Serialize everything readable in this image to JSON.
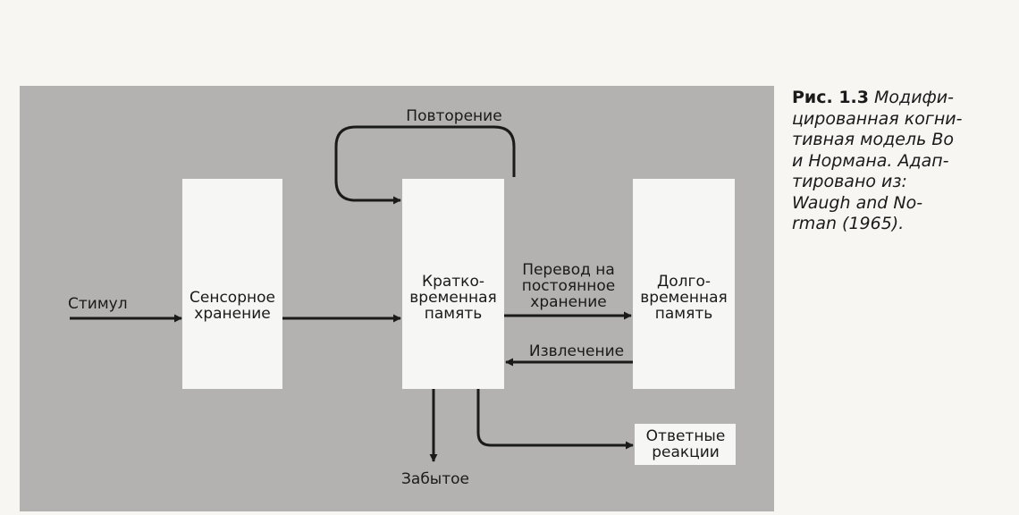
{
  "figure": {
    "label": "Рис. 1.3",
    "caption_lines": [
      " Модифи-",
      "цированная когни-",
      "тивная модель Во",
      "и Нормана. Адап-",
      "тировано из:",
      "Waugh and No-",
      "rman (1965)."
    ]
  },
  "diagram": {
    "stimulus": "Стимул",
    "sensory_storage": "Сенсорное\nхранение",
    "short_term_memory": "Кратко-\nвременная\nпамять",
    "long_term_memory": "Долго-\nвременная\nпамять",
    "rehearsal": "Повторение",
    "transfer": "Перевод на\nпостоянное\nхранение",
    "retrieval": "Извлечение",
    "forgotten": "Забытое",
    "responses": "Ответные\nреакции"
  },
  "colors": {
    "panel": "#b3b2b0",
    "box": "#f6f6f4",
    "line": "#1a1a1a"
  }
}
